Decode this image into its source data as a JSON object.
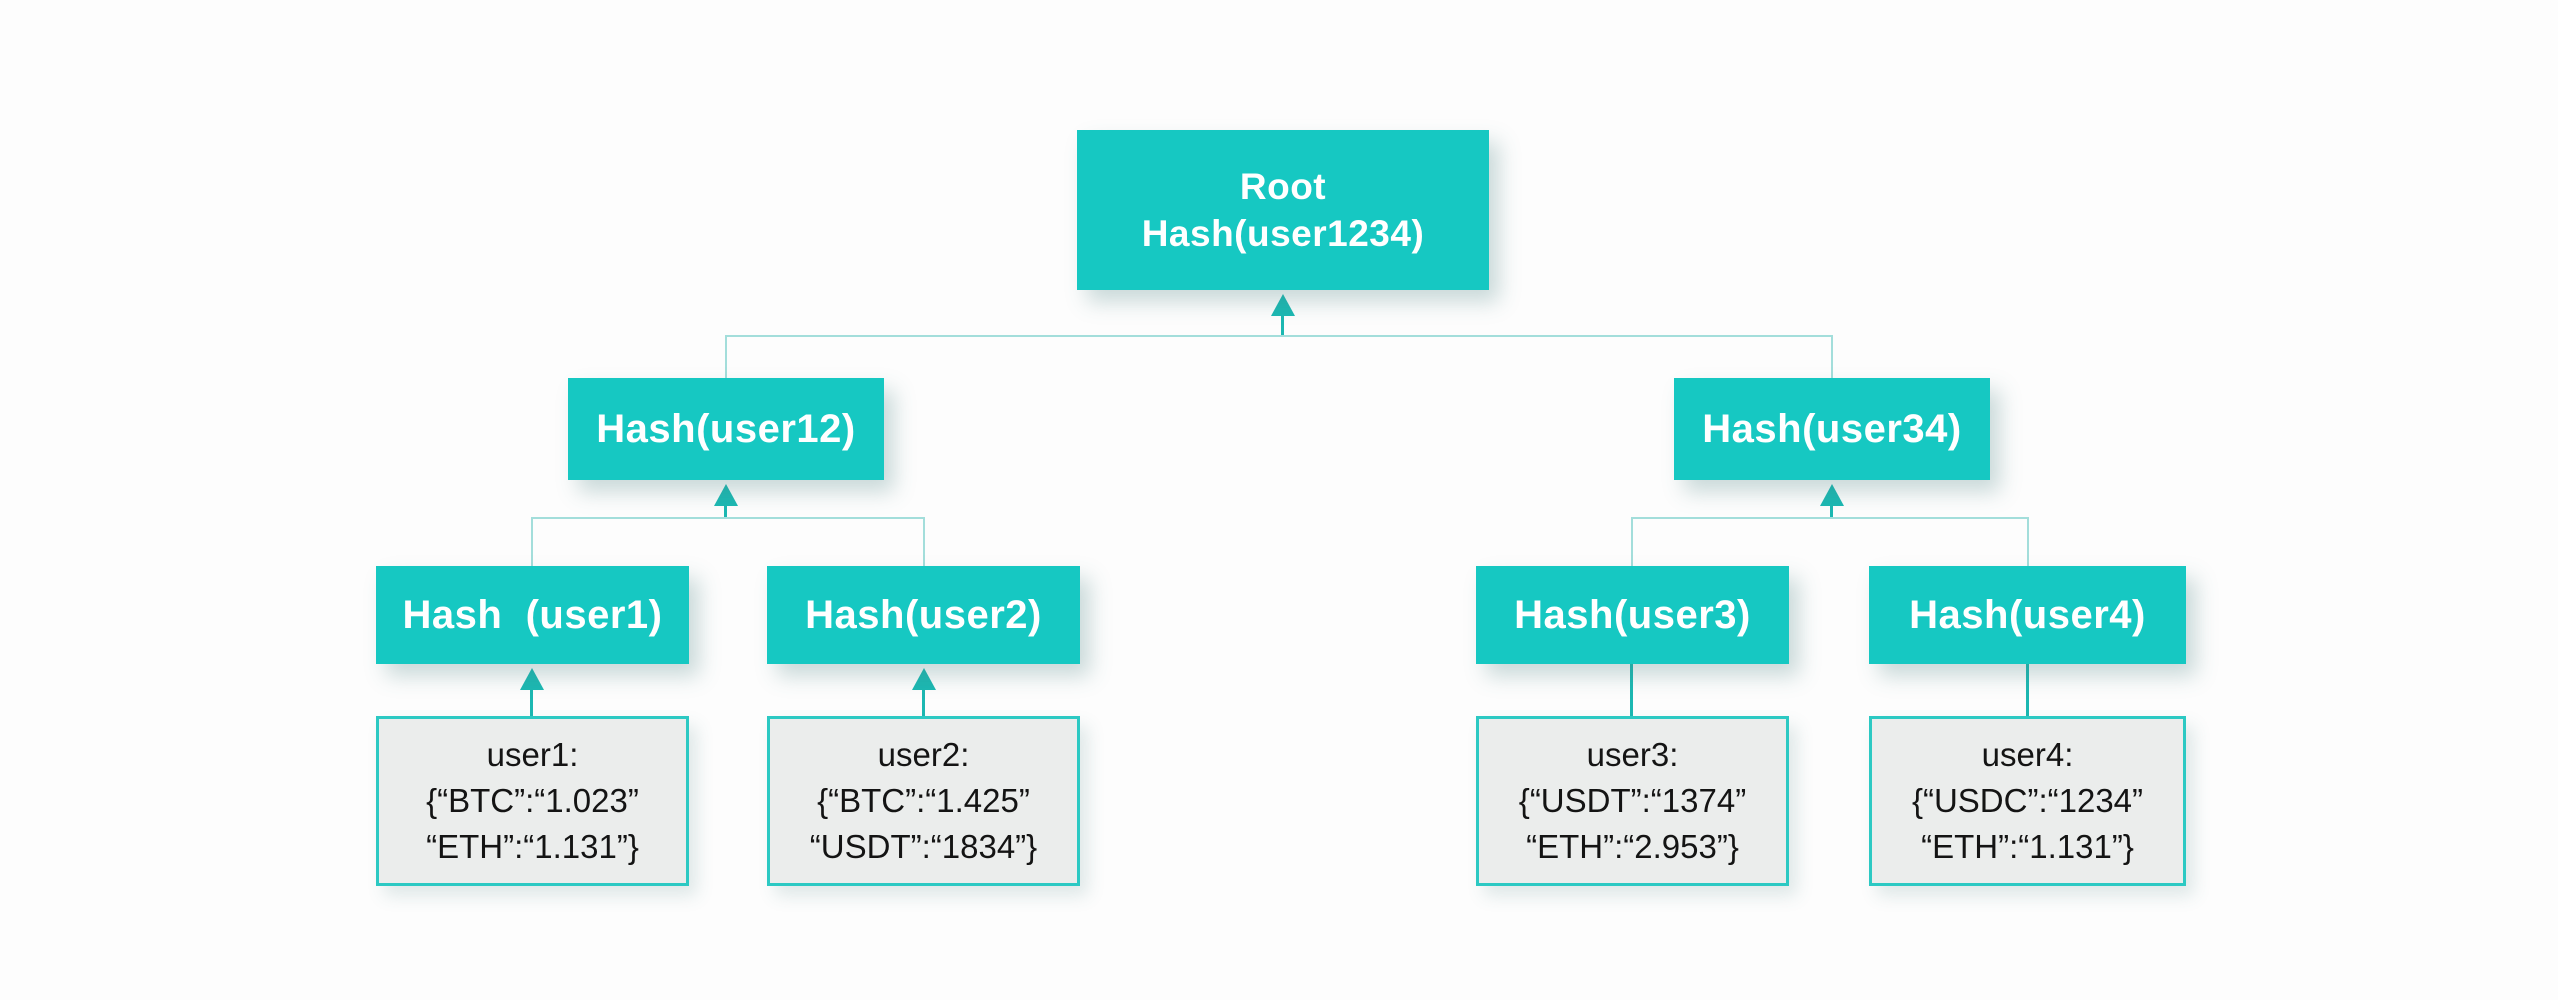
{
  "diagram_type": "merkle-tree",
  "colors": {
    "page_bg": "#fdfdfd",
    "node_fill": "#16c8c2",
    "node_text": "#ffffff",
    "leaf_fill": "#ebedec",
    "leaf_border": "#2cc9c3",
    "leaf_text": "#141414",
    "connector_light": "#a3dedb",
    "connector_strong": "#1cb8b2"
  },
  "tree": {
    "root": {
      "lines": [
        "Root",
        "Hash(user1234)"
      ]
    },
    "level2": [
      {
        "label": "Hash(user12)"
      },
      {
        "label": "Hash(user34)"
      }
    ],
    "level3": [
      {
        "label": "Hash  (user1)"
      },
      {
        "label": "Hash(user2)"
      },
      {
        "label": "Hash(user3)"
      },
      {
        "label": "Hash(user4)"
      }
    ],
    "leaves": [
      {
        "lines": [
          "user1:",
          "{“BTC”:“1.023”",
          "“ETH”:“1.131”}"
        ]
      },
      {
        "lines": [
          "user2:",
          "{“BTC”:“1.425”",
          "“USDT”:“1834”}"
        ]
      },
      {
        "lines": [
          "user3:",
          "{“USDT”:“1374”",
          "“ETH”:“2.953”}"
        ]
      },
      {
        "lines": [
          "user4:",
          "{“USDC”:“1234”",
          "“ETH”:“1.131”}"
        ]
      }
    ]
  }
}
